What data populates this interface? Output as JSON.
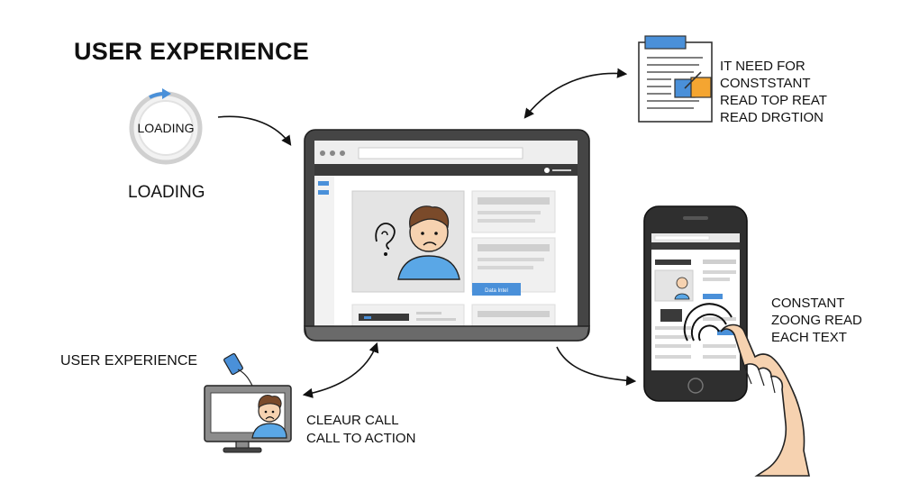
{
  "title": "USER EXPERIENCE",
  "loading": {
    "spinner_label": "LOADING",
    "caption": "LOADING"
  },
  "user_experience_caption": "USER EXPERIENCE",
  "cta": {
    "lines": [
      "CLEAUR CALL",
      "CALL TO ACTION"
    ]
  },
  "note": {
    "lines": [
      "IT NEED FOR",
      "CONSTSTANT",
      "READ TOP REAT",
      "READ DRGTION"
    ]
  },
  "zoom": {
    "lines": [
      "CONSTANT",
      "ZOONG READ",
      "EACH TEXT"
    ]
  },
  "laptop": {
    "button_label": "Data Intel"
  },
  "colors": {
    "accent_blue": "#4a90d9",
    "shirt_blue": "#5aa7e6",
    "highlight_orange": "#f4a531",
    "device_dark": "#4a4a4a",
    "outline": "#222222"
  },
  "icons": [
    "loading-spinner-icon",
    "question-hearing-icon",
    "touch-ripple-icon",
    "pointing-hand-icon",
    "notepad-icon"
  ]
}
